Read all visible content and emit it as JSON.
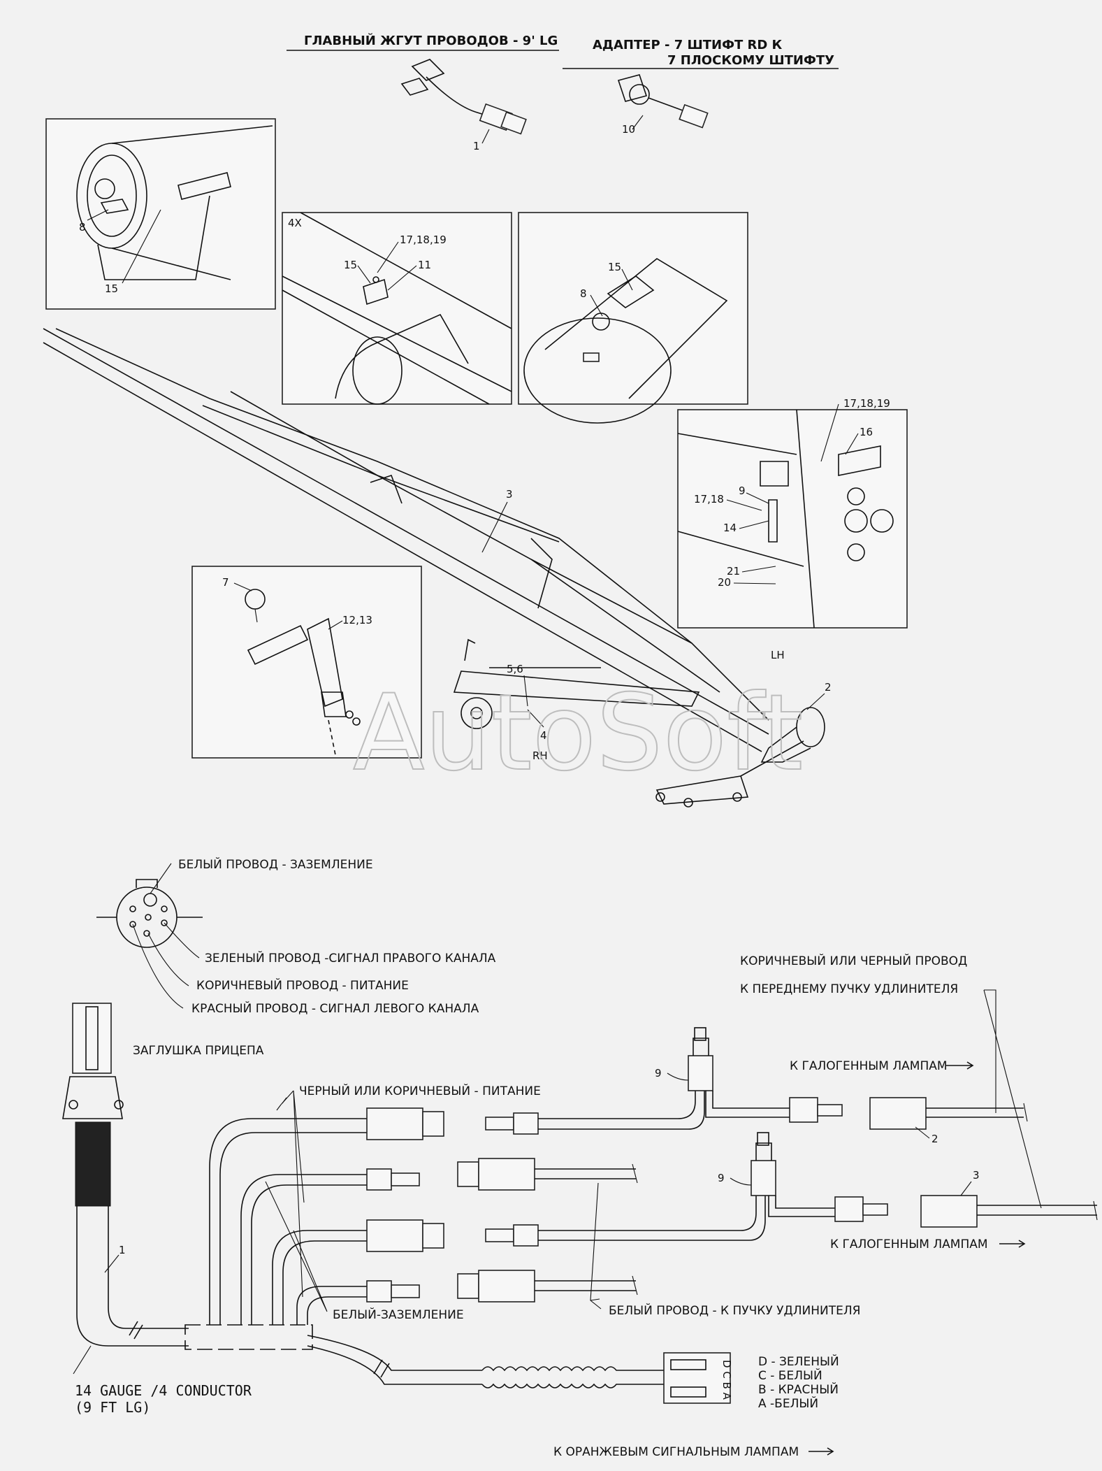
{
  "titles": {
    "main_harness": "ГЛАВНЫЙ ЖГУТ ПРОВОДОВ - 9' LG",
    "adapter_line1": "АДАПТЕР - 7 ШТИФТ RD К",
    "adapter_line2": "7 ПЛОСКОМУ ШТИФТУ"
  },
  "watermark": "AutoSoft",
  "part_numbers": {
    "harness_1": "1",
    "adapter_10": "10",
    "d1_8": "8",
    "d1_15": "15",
    "d2_4x": "4X",
    "d2_171819": "17,18,19",
    "d2_15": "15",
    "d2_11": "11",
    "d3_15": "15",
    "d3_8": "8",
    "d4_171819": "17,18,19",
    "d4_16": "16",
    "d4_9": "9",
    "d4_1718": "17,18",
    "d4_14": "14",
    "d4_21": "21",
    "d4_20": "20",
    "main_3": "3",
    "main_2": "2",
    "main_56": "5,6",
    "main_4": "4",
    "main_rh": "RH",
    "main_lh": "LH",
    "d5_7": "7",
    "d5_1213": "12,13"
  },
  "pinout": {
    "white": "БЕЛЫЙ ПРОВОД - ЗАЗЕМЛЕНИЕ",
    "green": "ЗЕЛЕНЫЙ ПРОВОД -СИГНАЛ ПРАВОГО КАНАЛА",
    "brown": "КОРИЧНЕВЫЙ ПРОВОД - ПИТАНИЕ",
    "red": "КРАСНЫЙ ПРОВОД - СИГНАЛ ЛЕВОГО КАНАЛА"
  },
  "wiring": {
    "trailer_plug": "ЗАГЛУШКА ПРИЦЕПА",
    "black_brown_power": "ЧЕРНЫЙ ИЛИ КОРИЧНЕВЫЙ - ПИТАНИЕ",
    "brown_black_wire": "КОРИЧНЕВЫЙ ИЛИ ЧЕРНЫЙ ПРОВОД",
    "to_front_bundle": "К ПЕРЕДНЕМУ ПУЧКУ УДЛИНИТЕЛЯ",
    "to_halogen_1": "К ГАЛОГЕННЫМ ЛАМПАМ",
    "to_halogen_2": "К ГАЛОГЕННЫМ ЛАМПАМ",
    "white_ground": "БЕЛЫЙ-ЗАЗЕМЛЕНИЕ",
    "white_to_bundle": "БЕЛЫЙ ПРОВОД - К ПУЧКУ УДЛИНИТЕЛЯ",
    "gauge_line1": "14 GAUGE /4 CONDUCTOR",
    "gauge_line2": "(9 FT LG)",
    "num_1": "1",
    "num_9a": "9",
    "num_9b": "9",
    "num_2": "2",
    "num_3": "3",
    "pin_d": "D - ЗЕЛЕНЫЙ",
    "pin_c": "C - БЕЛЫЙ",
    "pin_b": "B - КРАСНЫЙ",
    "pin_a": "A -БЕЛЫЙ",
    "to_orange": "К ОРАНЖЕВЫМ СИГНАЛЬНЫМ ЛАМПАМ",
    "connector_letters": "D C B A"
  }
}
